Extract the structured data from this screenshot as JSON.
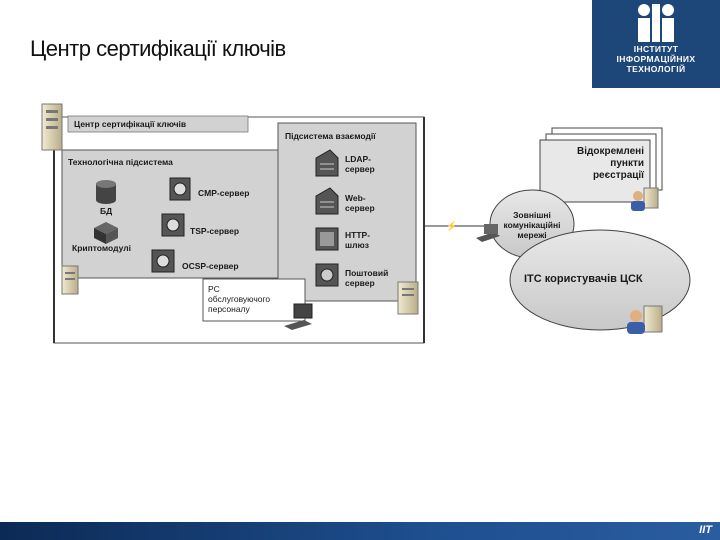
{
  "slide": {
    "title": "Центр сертифікації ключів"
  },
  "logo": {
    "line1": "ІНСТИТУТ",
    "line2": "ІНФОРМАЦІЙНИХ",
    "line3": "ТЕХНОЛОГІЙ"
  },
  "footer": {
    "abbr": "ІІТ"
  },
  "diagram": {
    "csk_title": "Центр сертифікації ключів",
    "tech": {
      "title": "Технологічна підсистема",
      "db": "БД",
      "crypto": "Криптомодулі",
      "cmp": "CMP-сервер",
      "tsp": "TSP-сервер",
      "ocsp": "OCSP-сервер"
    },
    "interaction": {
      "title": "Підсистема взаємодії",
      "ldap_1": "LDAP-",
      "ldap_2": "сервер",
      "web_1": "Web-",
      "web_2": "сервер",
      "http_1": "HTTP-",
      "http_2": "шлюз",
      "mail_1": "Поштовий",
      "mail_2": "сервер"
    },
    "staff": {
      "line1": "PC",
      "line2": "обслуговуючого",
      "line3": "персоналу"
    },
    "external": {
      "line1": "Зовнішні",
      "line2": "комунікаційні",
      "line3": "мережі"
    },
    "remote": {
      "line1": "Відокремлені",
      "line2": "пункти",
      "line3": "реєстрації"
    },
    "itc": "ІТС користувачів ЦСК"
  },
  "colors": {
    "accent": "#1d4679",
    "panel": "#d2d2d2",
    "panel_inner": "#c4c4c4"
  }
}
